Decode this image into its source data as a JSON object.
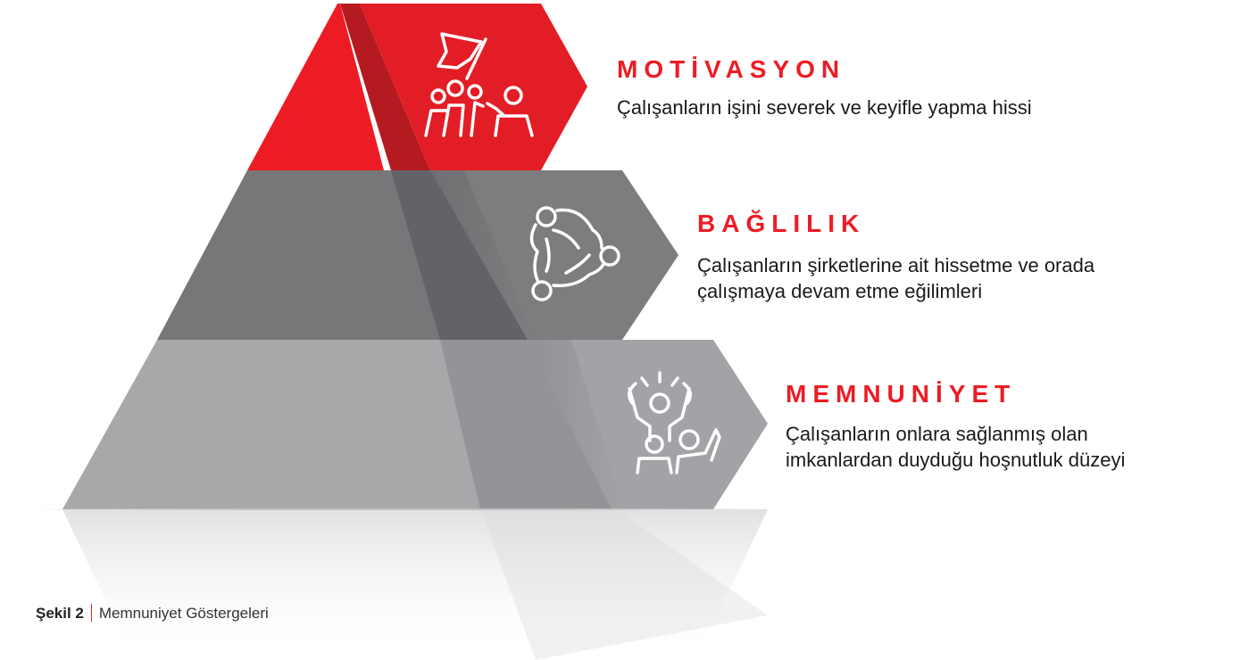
{
  "levels": [
    {
      "title": "MOTİVASYON",
      "description": "Çalışanların işini severek ve keyifle yapma hissi",
      "icon": "team-flag-icon",
      "color": "#ed1c24"
    },
    {
      "title": "BAĞLILIK",
      "description": "Çalışanların şirketlerine ait hissetme ve orada\nçalışmaya devam etme eğilimleri",
      "icon": "team-circle-icon",
      "color": "#77777a"
    },
    {
      "title": "MEMNUNİYET",
      "description": "Çalışanların onlara sağlanmış olan\nimkanlardan duyduğu hoşnutluk düzeyi",
      "icon": "cheering-people-icon",
      "color": "#a7a8aa"
    }
  ],
  "caption": {
    "label": "Şekil 2",
    "text": "Memnuniyet Göstergeleri"
  }
}
